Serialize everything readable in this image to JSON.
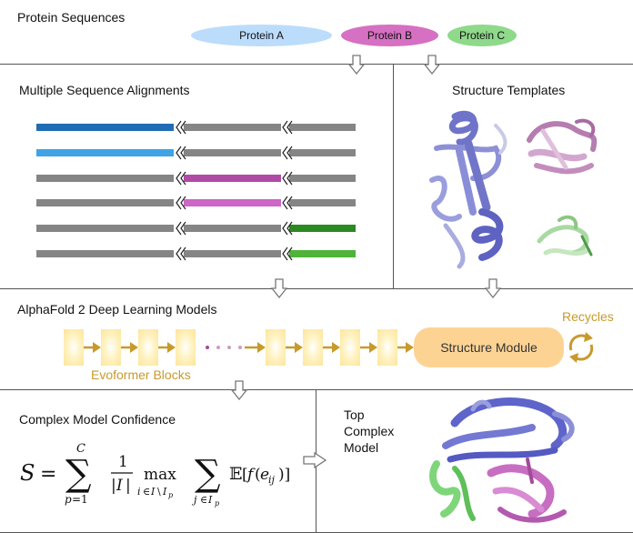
{
  "sequences": {
    "title": "Protein Sequences",
    "proteins": [
      {
        "label": "Protein A",
        "color": "#bcdcfb"
      },
      {
        "label": "Protein B",
        "color": "#d670c2"
      },
      {
        "label": "Protein C",
        "color": "#8fd98a"
      }
    ]
  },
  "msa": {
    "title": "Multiple Sequence Alignments",
    "colors": {
      "gray": "#858585",
      "dark_blue": "#1f6cb5",
      "light_blue": "#3fa3e6",
      "purple_dark": "#b04aa6",
      "purple_light": "#cc66c8",
      "green_dark": "#2b8a22",
      "green_light": "#4fb33a"
    }
  },
  "templates": {
    "title": "Structure Templates"
  },
  "alphafold": {
    "title": "AlphaFold 2 Deep Learning Models",
    "evoformer_label": "Evoformer Blocks",
    "structure_module_label": "Structure Module",
    "recycles_label": "Recycles",
    "accent": "#c89a2c",
    "module_color": "#fdd394"
  },
  "confidence": {
    "title": "Complex Model Confidence"
  },
  "top_model": {
    "title_lines": [
      "Top",
      "Complex",
      "Model"
    ]
  }
}
